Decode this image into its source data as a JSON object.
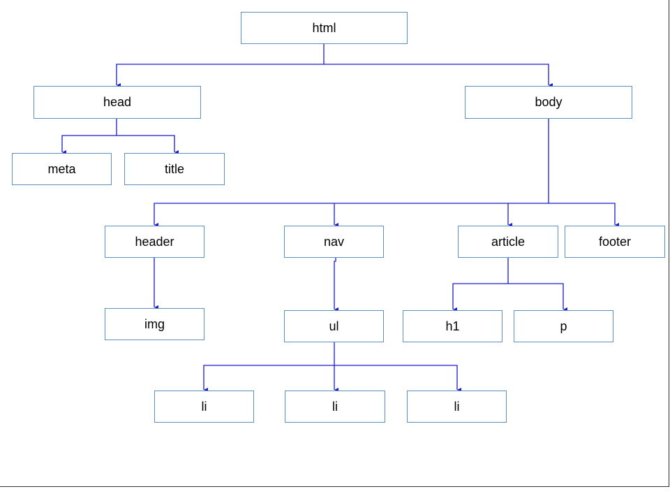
{
  "diagram": {
    "colors": {
      "node_border": "#5b8fbe",
      "connector": "#1a1ad0",
      "text": "#000000",
      "background": "#ffffff"
    },
    "nodes": {
      "html": "html",
      "head": "head",
      "body": "body",
      "meta": "meta",
      "title": "title",
      "header": "header",
      "nav": "nav",
      "article": "article",
      "footer": "footer",
      "img": "img",
      "ul": "ul",
      "h1": "h1",
      "p": "p",
      "li_1": "li",
      "li_2": "li",
      "li_3": "li"
    },
    "edges": [
      [
        "html",
        "head"
      ],
      [
        "html",
        "body"
      ],
      [
        "head",
        "meta"
      ],
      [
        "head",
        "title"
      ],
      [
        "body",
        "header"
      ],
      [
        "body",
        "nav"
      ],
      [
        "body",
        "article"
      ],
      [
        "body",
        "footer"
      ],
      [
        "header",
        "img"
      ],
      [
        "nav",
        "ul"
      ],
      [
        "article",
        "h1"
      ],
      [
        "article",
        "p"
      ],
      [
        "ul",
        "li_1"
      ],
      [
        "ul",
        "li_2"
      ],
      [
        "ul",
        "li_3"
      ]
    ]
  }
}
